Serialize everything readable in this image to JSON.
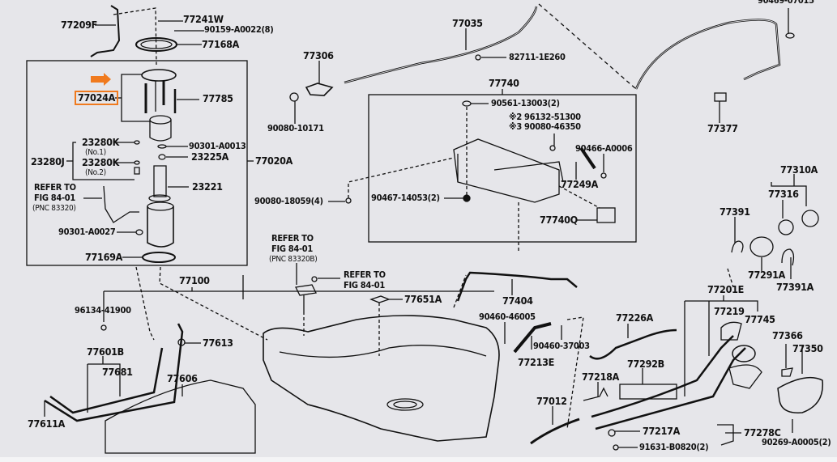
{
  "diagram": {
    "title": "Fuel tank & tube parts diagram",
    "highlight_color": "#f07a1e",
    "highlighted_part": "77024A",
    "labels": {
      "p77209F": "77209F",
      "p77241W": "77241W",
      "p90159": "90159-A0022(8)",
      "p77168A": "77168A",
      "p77024A": "77024A",
      "p77785": "77785",
      "p23280K1": "23280K",
      "no1": "(No.1)",
      "p23280J": "23280J",
      "p23280K2": "23280K",
      "no2": "(No.2)",
      "p90301_13": "90301-A0013",
      "p23225A": "23225A",
      "p77020A": "77020A",
      "refer1a": "REFER TO",
      "refer1b": "FIG 84-01",
      "refer1c": "(PNC 83320)",
      "p23221": "23221",
      "p90301_27": "90301-A0027",
      "p77169A": "77169A",
      "p77306": "77306",
      "p90080_10171": "90080-10171",
      "p77035": "77035",
      "p82711": "82711-1E260",
      "p77740": "77740",
      "p90561": "90561-13003(2)",
      "p96132": "※2 96132-51300",
      "p90080_46350": "※3 90080-46350",
      "p90466": "90466-A0006",
      "p77249A": "77249A",
      "p90467": "90467-14053(2)",
      "p77740Q": "77740Q",
      "p90080_18059": "90080-18059(4)",
      "p90469_cut": "90469-07015",
      "p77377": "77377",
      "p77310A": "77310A",
      "p77316": "77316",
      "p77391": "77391",
      "p77291A": "77291A",
      "p77391A": "77391A",
      "p77201E": "77201E",
      "p77219": "77219",
      "p77745": "77745",
      "p77366": "77366",
      "p77350": "77350",
      "p77278C": "77278C",
      "p90269": "90269-A0005(2)",
      "refer2a": "REFER TO",
      "refer2b": "FIG 84-01",
      "refer2c": "(PNC 83320B)",
      "refer3a": "REFER TO",
      "refer3b": "FIG 84-01",
      "p77651A": "77651A",
      "p77100": "77100",
      "p96134": "96134-41900",
      "p77613": "77613",
      "p77601B": "77601B",
      "p77681": "77681",
      "p77606": "77606",
      "p77611A": "77611A",
      "p77404": "77404",
      "p90460_46005": "90460-46005",
      "p90460_37003": "90460-37003",
      "p77213E": "77213E",
      "p77226A": "77226A",
      "p77292B": "77292B",
      "p77218A": "77218A",
      "p77012": "77012",
      "p77217A": "77217A",
      "p91631": "91631-B0820(2)"
    }
  }
}
